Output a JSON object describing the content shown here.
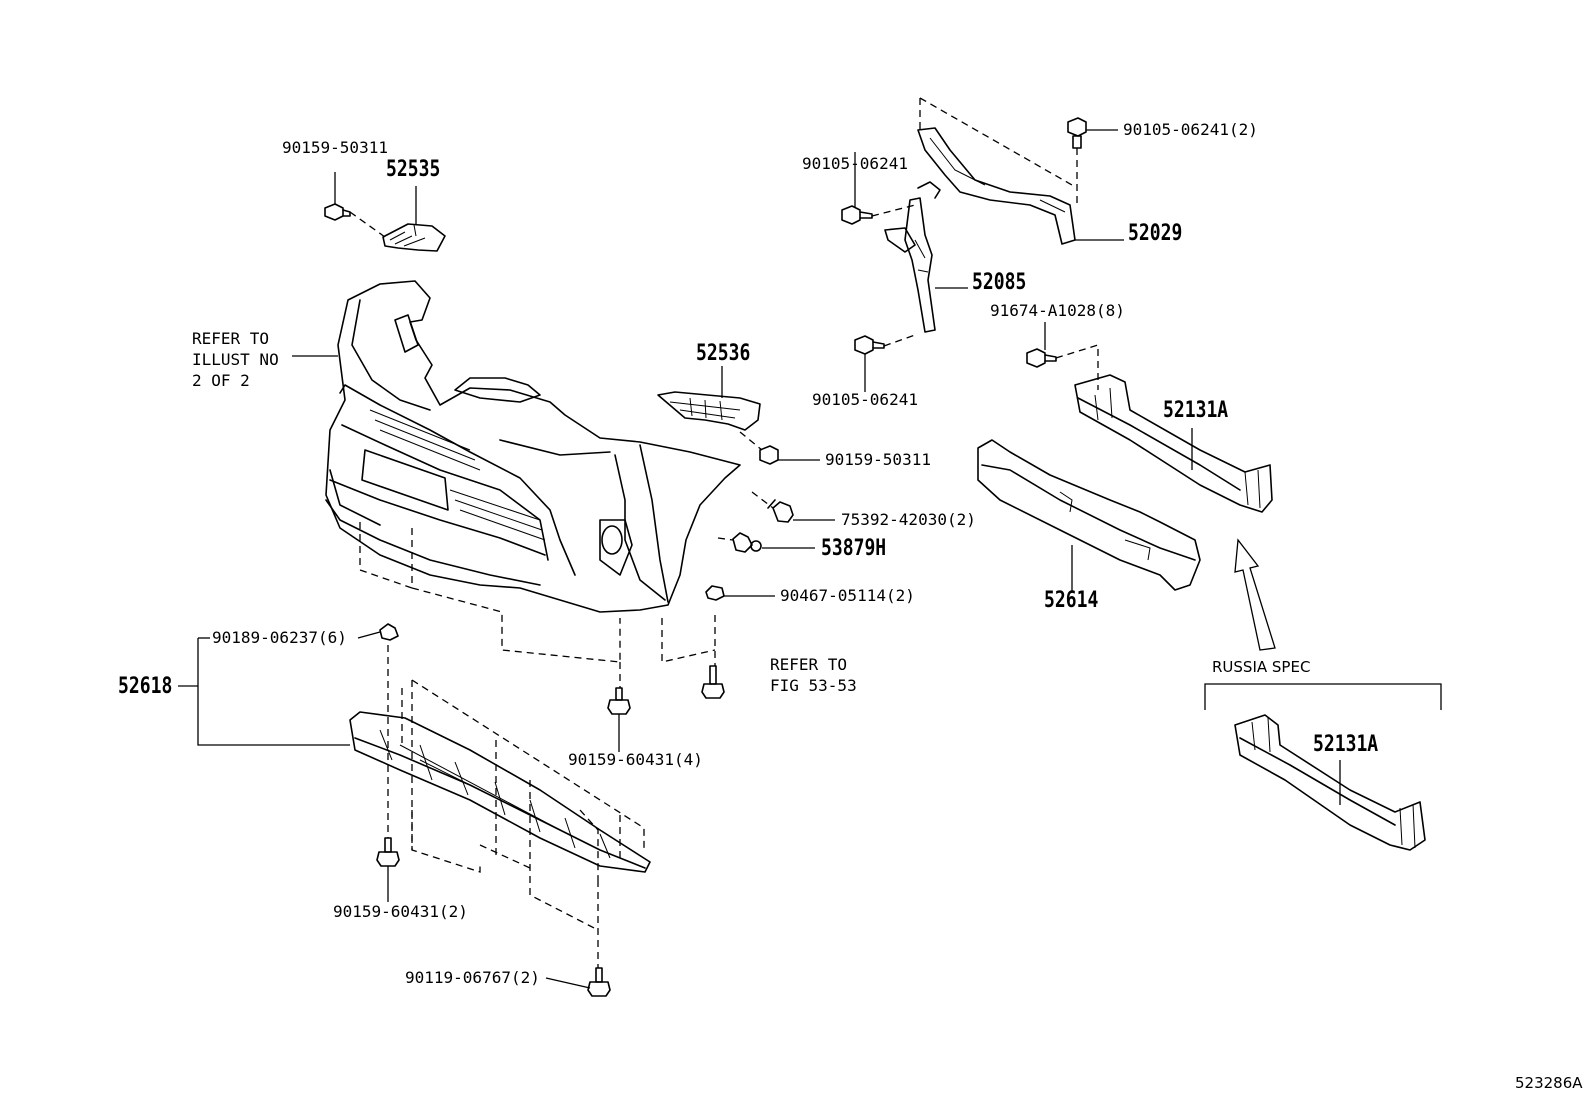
{
  "diagram_id": "523286A",
  "labels": {
    "p52535": "52535",
    "p90159_50311_a": "90159-50311",
    "refer_illust": "REFER TO\nILLUST NO\n2 OF 2",
    "p52536": "52536",
    "p90159_50311_b": "90159-50311",
    "p75392": "75392-42030(2)",
    "p53879": "53879H",
    "p90467": "90467-05114(2)",
    "refer_fig": "REFER TO\nFIG 53-53",
    "p90189": "90189-06237(6)",
    "p52618": "52618",
    "p90159_60431_4": "90159-60431(4)",
    "p90159_60431_2": "90159-60431(2)",
    "p90119": "90119-06767(2)",
    "p90105_top": "90105-06241",
    "p90105_right": "90105-06241(2)",
    "p52029": "52029",
    "p52085": "52085",
    "p90105_low": "90105-06241",
    "p91674": "91674-A1028(8)",
    "p52131a_1": "52131A",
    "p52614": "52614",
    "russia": "RUSSIA SPEC",
    "p52131a_2": "52131A"
  }
}
